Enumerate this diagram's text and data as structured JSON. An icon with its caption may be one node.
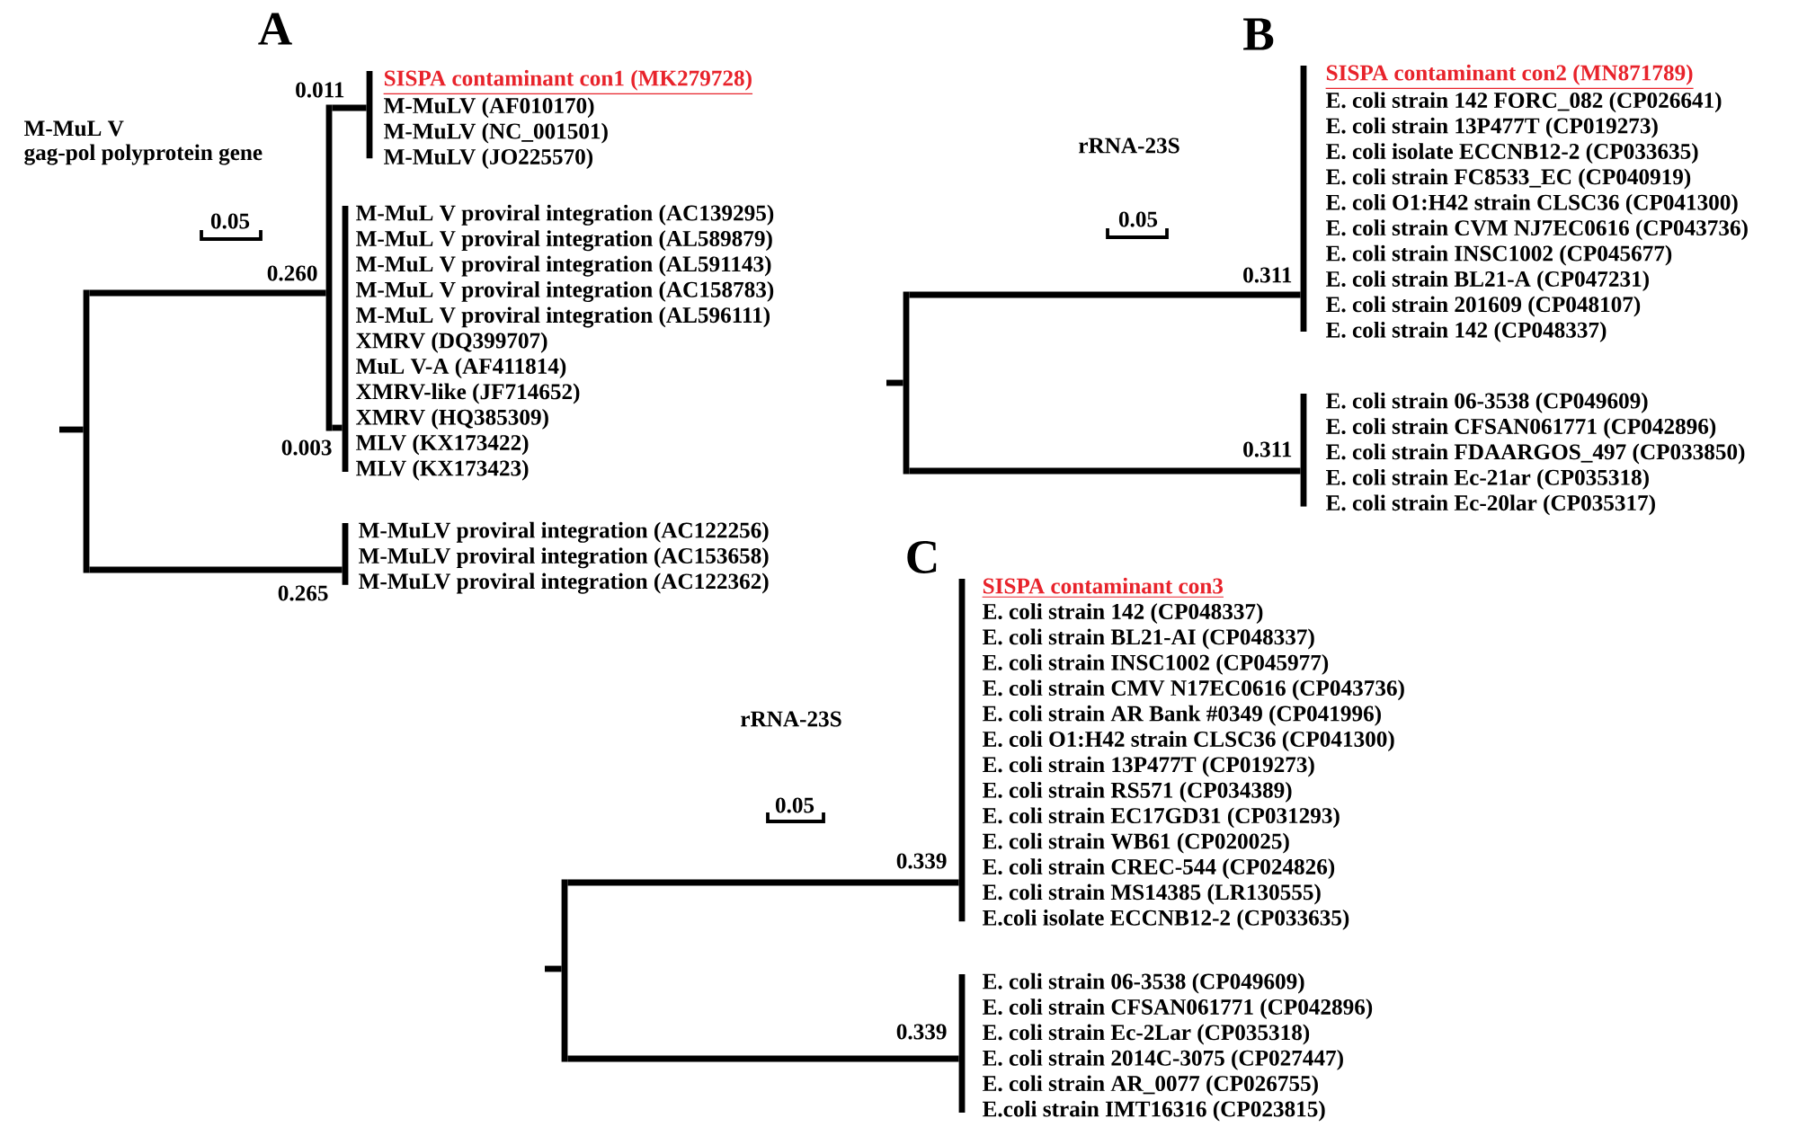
{
  "diagram": {
    "nodes": [
      {
        "text": [],
        "shape": "bar"
      },
      {
        "text": [],
        "shape": "bar"
      },
      {
        "text": [
          "SISPA contaminant con1 (MK279728)",
          "M-MuLV (AF010170)",
          "M-MuLV (NC_001501)",
          "M-MuLV (JO225570)"
        ]
      },
      {
        "text": [
          "M-MuL V proviral integration (AC139295)",
          "M-MuL V proviral integration (AL589879)",
          "M-MuL V proviral integration (AL591143)",
          "M-MuL V proviral integration (AC158783)",
          "M-MuL V proviral integration (AL596111)",
          "XMRV (DQ399707)",
          "MuL V-A (AF411814)",
          "XMRV-like (JF714652)",
          "XMRV (HQ385309)",
          "MLV (KX173422)",
          "MLV (KX173423)"
        ]
      },
      {
        "text": [
          "M-MuLV proviral integration (AC122256)",
          "M-MuLV proviral integration (AC153658)",
          "M-MuLV proviral integration (AC122362)"
        ]
      },
      {
        "text": [],
        "shape": "bar"
      },
      {
        "text": [
          "SISPA contaminant con2 (MN871789)",
          "E. coli strain 142 FORC_082 (CP026641)",
          "E. coli strain 13P477T (CP019273)",
          "E. coli isolate ECCNB12-2 (CP033635)",
          "E. coli strain FC8533_EC (CP040919)",
          "E. coli O1:H42 strain CLSC36 (CP041300)",
          "E. coli strain CVM NJ7EC0616 (CP043736)",
          "E. coli strain INSC1002 (CP045677)",
          "E. coli strain BL21-A (CP047231)",
          "E. coli strain 201609 (CP048107)",
          "E. coli strain 142 (CP048337)"
        ]
      },
      {
        "text": [
          "E. coli strain 06-3538 (CP049609)",
          "E. coli strain CFSAN061771 (CP042896)",
          "E. coli strain FDAARGOS_497 (CP033850)",
          "E. coli strain Ec-21ar (CP035318)",
          "E. coli strain Ec-20lar (CP035317)"
        ]
      },
      {
        "text": [],
        "shape": "bar"
      },
      {
        "text": [
          "SISPA contaminant con3",
          "E. coli strain 142 (CP048337)",
          "E. coli strain BL21-AI (CP048337)",
          "E. coli strain INSC1002 (CP045977)",
          "E. coli strain CMV N17EC0616 (CP043736)",
          "E. coli strain AR Bank #0349 (CP041996)",
          "E. coli O1:H42 strain CLSC36 (CP041300)",
          "E. coli strain 13P477T (CP019273)",
          "E. coli strain RS571 (CP034389)",
          "E. coli strain EC17GD31 (CP031293)",
          "E. coli strain WB61 (CP020025)",
          "E. coli strain CREC-544 (CP024826)",
          "E. coli strain MS14385 (LR130555)",
          "E.coli isolate ECCNB12-2 (CP033635)"
        ]
      },
      {
        "text": [
          "E. coli strain 06-3538 (CP049609)",
          "E. coli strain CFSAN061771 (CP042896)",
          "E. coli strain Ec-2Lar (CP035318)",
          "E. coli strain 2014C-3075 (CP027447)",
          "E. coli strain AR_0077 (CP026755)",
          "E.coli strain IMT16316 (CP023815)"
        ]
      }
    ],
    "edges": [
      {
        "from": null,
        "to": 0,
        "arrow": "none"
      },
      {
        "from": 0,
        "to": 1,
        "arrow": "none",
        "label": "0.260"
      },
      {
        "from": 1,
        "to": 2,
        "arrow": "none",
        "label": "0.011"
      },
      {
        "from": 1,
        "to": 3,
        "arrow": "none",
        "label": "0.003"
      },
      {
        "from": 0,
        "to": 4,
        "arrow": "none",
        "label": "0.265"
      },
      {
        "from": null,
        "to": 5,
        "arrow": "none"
      },
      {
        "from": 5,
        "to": 6,
        "arrow": "none",
        "label": "0.311"
      },
      {
        "from": 5,
        "to": 7,
        "arrow": "none",
        "label": "0.311"
      },
      {
        "from": null,
        "to": 8,
        "arrow": "none"
      },
      {
        "from": 8,
        "to": 9,
        "arrow": "none",
        "label": "0.339"
      },
      {
        "from": 8,
        "to": 10,
        "arrow": "none",
        "label": "0.339"
      }
    ],
    "labels": [
      "A",
      "M-MuL V gag-pol polyprotein gene",
      "0.05",
      "B",
      "rRNA-23S",
      "0.05",
      "C",
      "rRNA-23S",
      "0.05"
    ]
  }
}
